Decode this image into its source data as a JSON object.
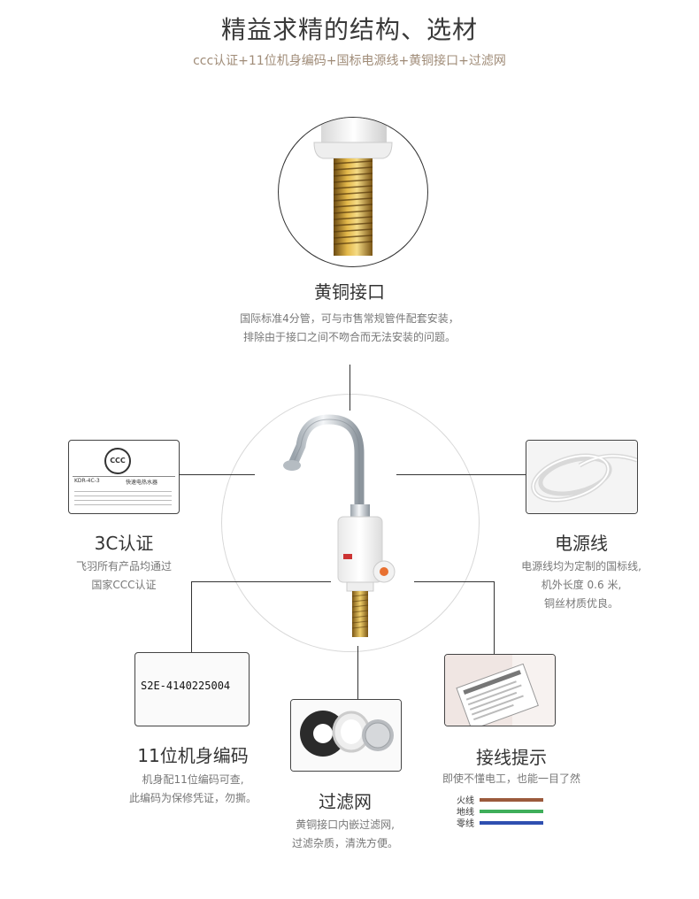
{
  "header": {
    "title": "精益求精的结构、选材",
    "subtitle": "ccc认证+11位机身编码+国标电源线+黄铜接口+过滤网"
  },
  "brass": {
    "title": "黄铜接口",
    "desc_line1": "国际标准4分管，可与市售常规管件配套安装，",
    "desc_line2": "排除由于接口之间不吻合而无法安装的问题。"
  },
  "ccc": {
    "title": "3C认证",
    "desc_line1": "飞羽所有产品均通过",
    "desc_line2": "国家CCC认证",
    "label_model": "KDR-4C-3",
    "label_name": "快速电热水器"
  },
  "power": {
    "title": "电源线",
    "desc_line1": "电源线均为定制的国标线,",
    "desc_line2": "机外长度 0.6 米,",
    "desc_line3": "铜丝材质优良。"
  },
  "serial": {
    "title": "11位机身编码",
    "desc_line1": "机身配11位编码可查,",
    "desc_line2": "此编码为保修凭证，勿撕。",
    "code": "S2E-4140225004"
  },
  "filter": {
    "title": "过滤网",
    "desc_line1": "黄铜接口内嵌过滤网,",
    "desc_line2": "过滤杂质，清洗方便。"
  },
  "wiring": {
    "title": "接线提示",
    "desc": "即使不懂电工，也能一目了然",
    "wires": [
      {
        "label": "火线",
        "color": "#9b5a3c"
      },
      {
        "label": "地线",
        "color": "#3fae5a"
      },
      {
        "label": "零线",
        "color": "#2f4fb0"
      }
    ]
  }
}
